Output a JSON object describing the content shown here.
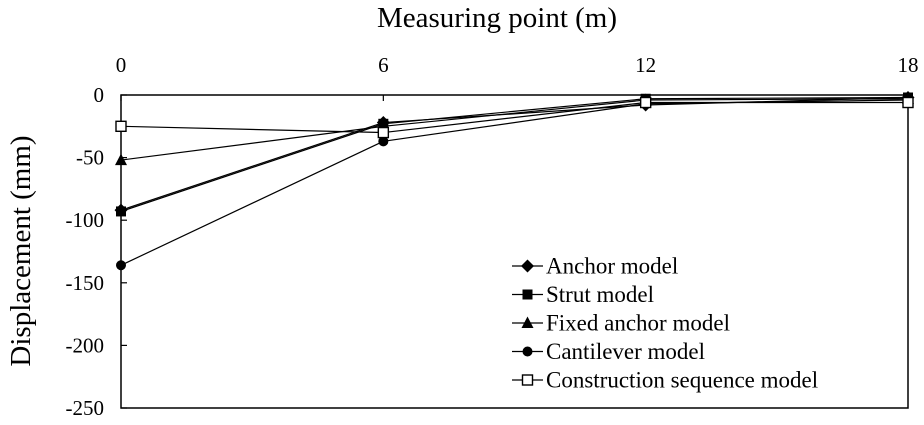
{
  "chart_data": {
    "type": "line",
    "xlabel": "Measuring point (m)",
    "ylabel": "Displacement (mm)",
    "x_axis_position": "top",
    "xlim": [
      0,
      18
    ],
    "ylim": [
      -250,
      0
    ],
    "x_ticks": [
      "0",
      "6",
      "12",
      "18"
    ],
    "y_ticks": [
      "0",
      "-50",
      "-100",
      "-150",
      "-200",
      "-250"
    ],
    "x": [
      0,
      6,
      12,
      18
    ],
    "grid": false,
    "legend_position": "bottom-right",
    "series": [
      {
        "name": "Anchor model",
        "marker": "diamond-filled",
        "values": [
          -92,
          -22,
          -8,
          -2
        ]
      },
      {
        "name": "Strut model",
        "marker": "square-filled",
        "values": [
          -93,
          -23,
          -3,
          -2
        ]
      },
      {
        "name": "Fixed anchor model",
        "marker": "triangle-filled",
        "values": [
          -52,
          -25,
          -4,
          -3
        ]
      },
      {
        "name": "Cantilever model",
        "marker": "circle-filled",
        "values": [
          -136,
          -37,
          -7,
          -4
        ]
      },
      {
        "name": "Construction sequence model",
        "marker": "square-open",
        "values": [
          -25,
          -30,
          -6,
          -6
        ]
      }
    ]
  }
}
